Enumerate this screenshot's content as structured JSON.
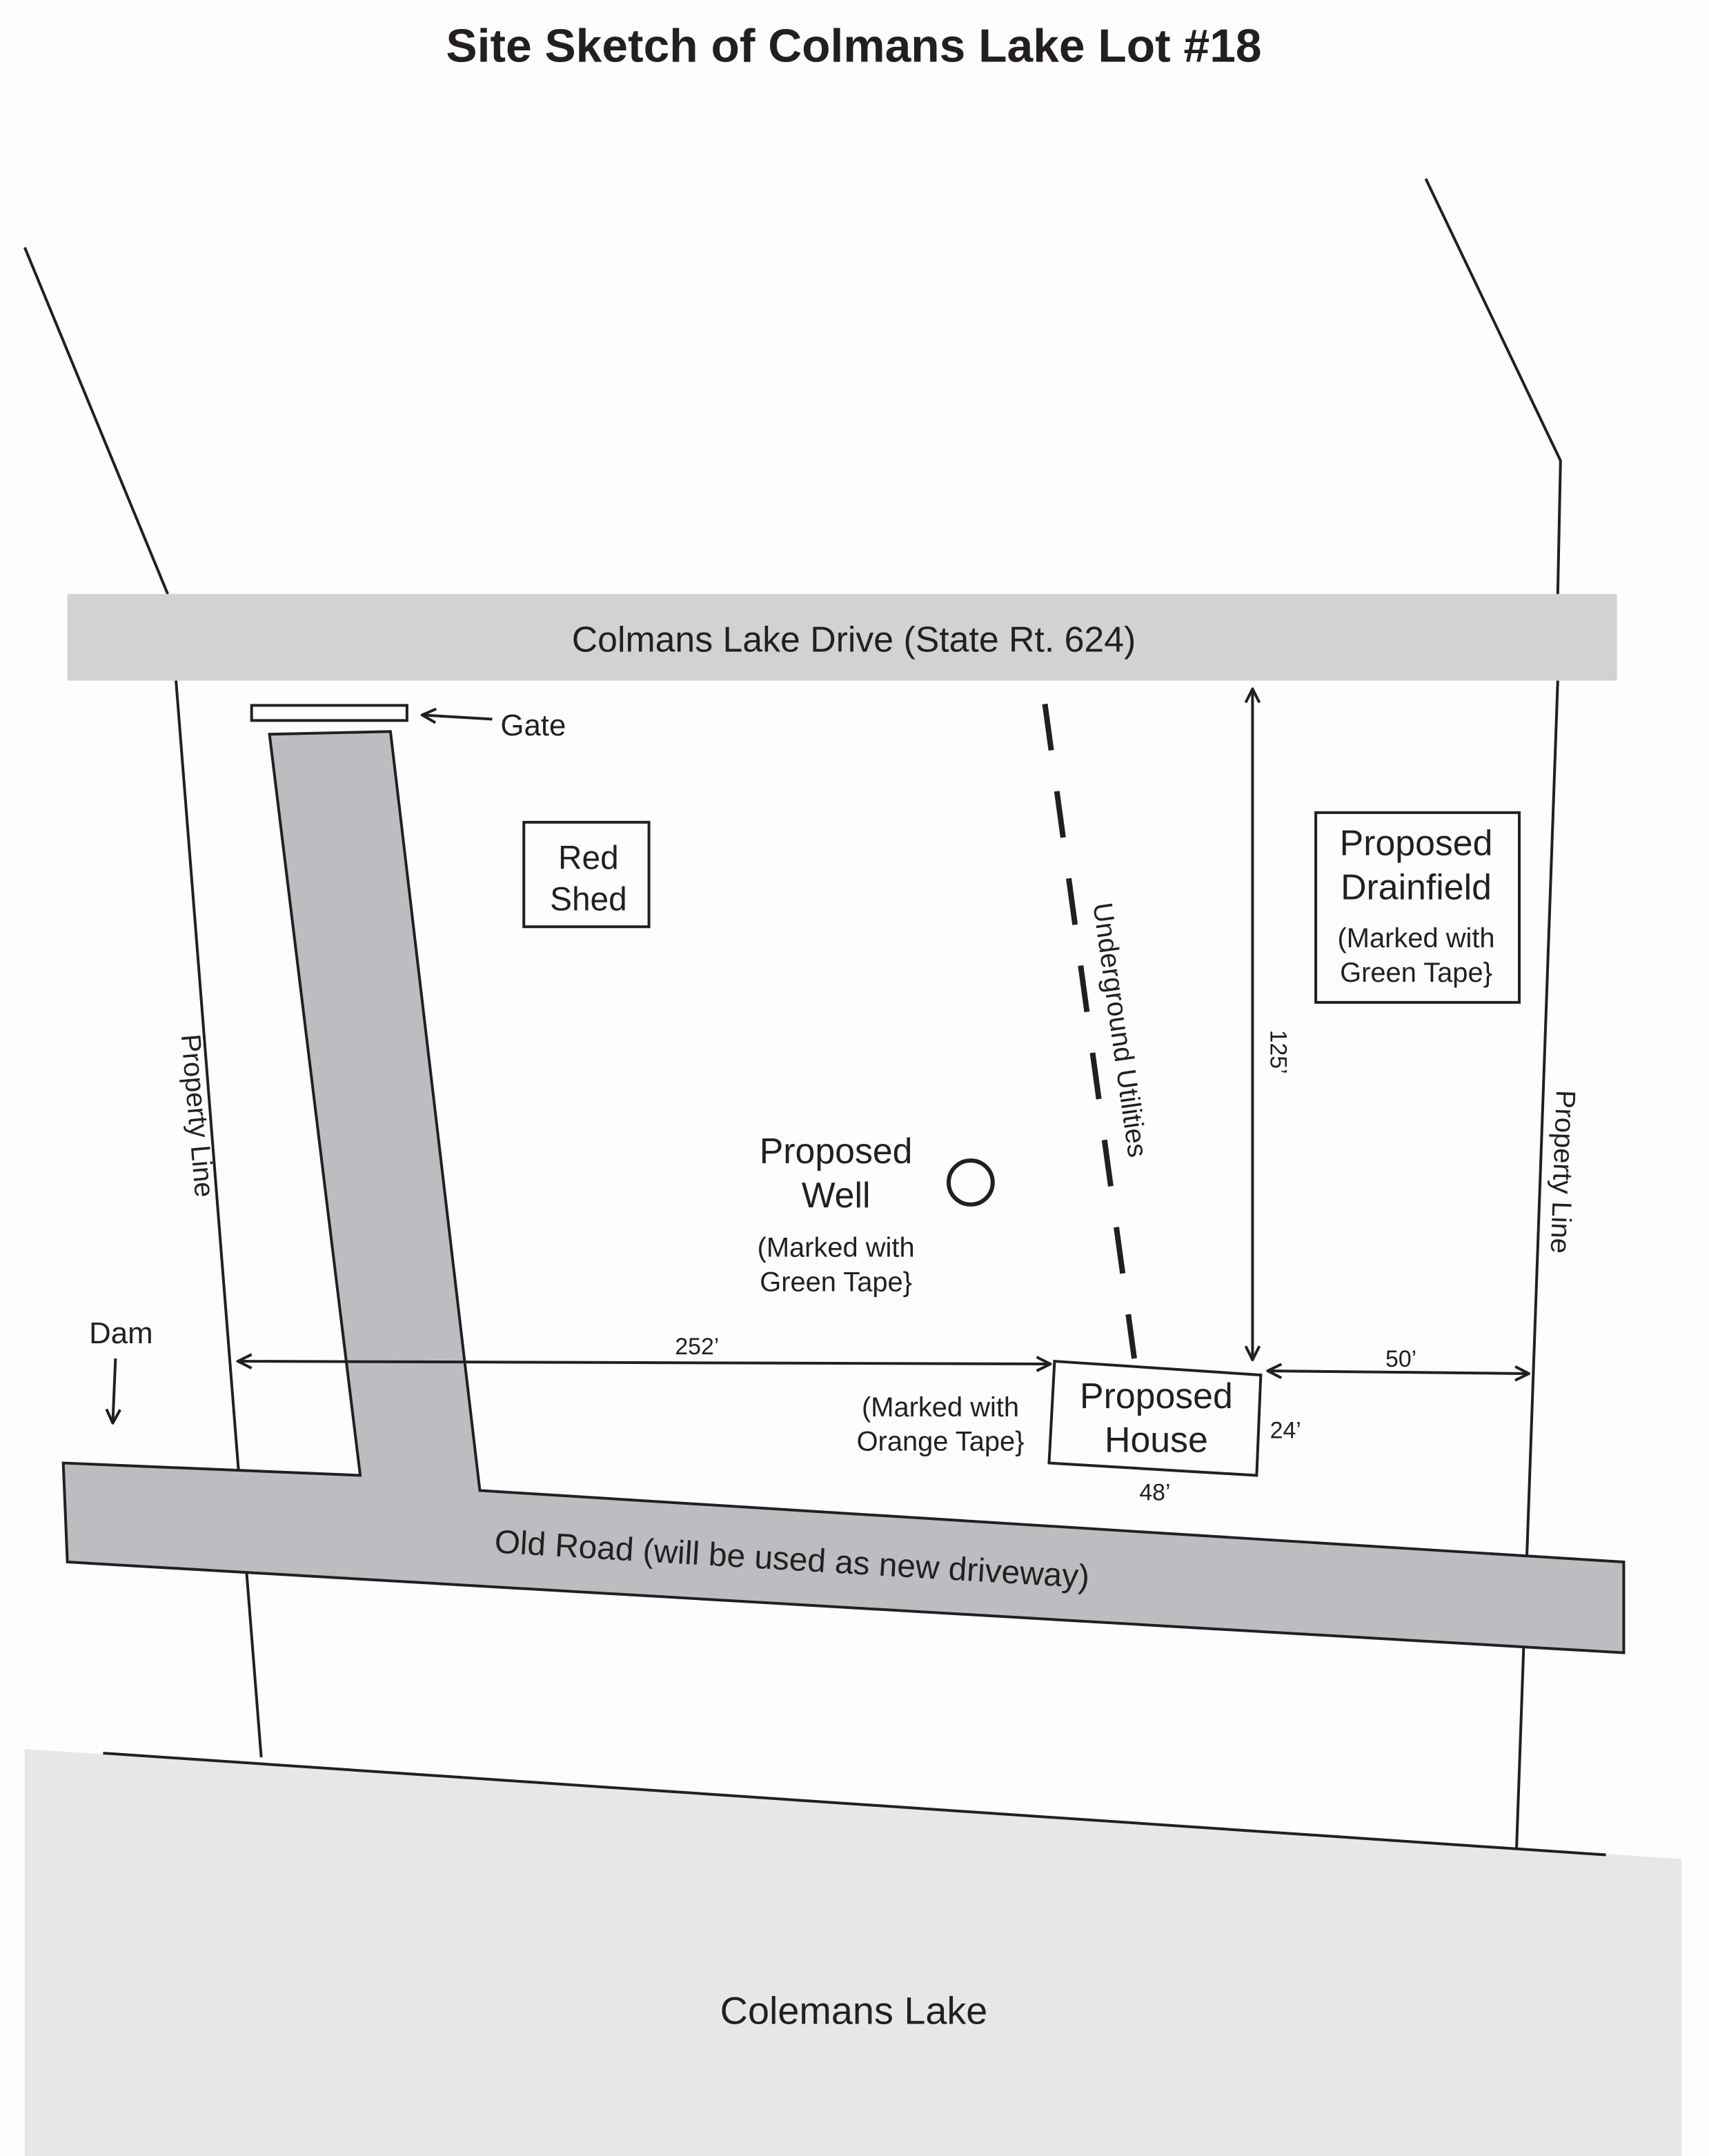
{
  "title": "Site Sketch of Colmans Lake Lot #18",
  "road_top": "Colmans Lake Drive (State Rt. 624)",
  "gate": "Gate",
  "shed": [
    "Red",
    "Shed"
  ],
  "drainfield": {
    "title": [
      "Proposed",
      "Drainfield"
    ],
    "note": [
      "(Marked with",
      "Green Tape}"
    ]
  },
  "utilities": "Underground Utilities",
  "well": {
    "title": [
      "Proposed",
      "Well"
    ],
    "note": [
      "(Marked with",
      "Green Tape}"
    ]
  },
  "house": {
    "title": [
      "Proposed",
      "House"
    ],
    "note": [
      "(Marked with",
      "Orange Tape}"
    ],
    "width": "48’",
    "depth": "24’"
  },
  "dimensions": {
    "to_road": "125’",
    "to_left_line": "252’",
    "to_right_line": "50’"
  },
  "dam": "Dam",
  "property_line": "Property Line",
  "old_road": "Old Road (will be used as new driveway)",
  "lake": "Colemans Lake",
  "colors": {
    "road": "#d1d2d4",
    "driveway": "#bcbdc0",
    "lake": "#e7e7e9",
    "ink": "#231f20"
  }
}
